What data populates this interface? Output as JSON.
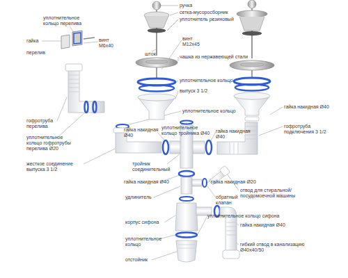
{
  "diagram": {
    "labels": [
      "ручка",
      "сетка-мусоросборник",
      "уплотнитель резиновый",
      "уплотнительное кольцо перелива",
      "гайка",
      "винт М6х40",
      "винт М12х45",
      "шток",
      "перелив",
      "чашка из нержавеющей стали",
      "уплотнительное кольцо",
      "выпуск 3 1/2",
      "уплотнительное кольцо",
      "гайка накидная Ø40",
      "гофротруба перелива",
      "гофротруба подключения 3 1/2",
      "уплотнительное кольцо тройника Ø40",
      "гайка накидная Ø40",
      "гайка накидная Ø40",
      "уплотнительное кольцо гофротрубы перелива Ø20",
      "жесткое соединение выпуска 3 1/2",
      "тройник соединительный",
      "гайка накидная Ø40",
      "гайка накидная Ø20",
      "отвод для стиральной/ посудомоечной машины",
      "удлинитель",
      "обратный клапан",
      "уплотнительное кольцо сифона",
      "корпус сифона",
      "гайка накидная Ø40",
      "уплотнительное кольцо",
      "гибкий отвод в канализацию Ø40х40/50",
      "отстойник"
    ]
  }
}
